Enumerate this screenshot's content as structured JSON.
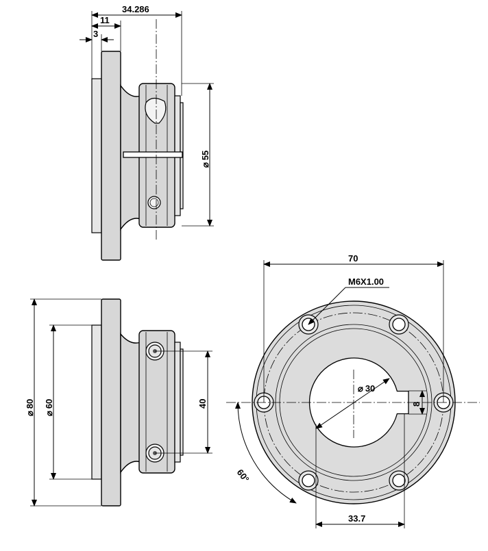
{
  "dimensions": {
    "length_overall": "34.286",
    "flange_offset": "11",
    "pilot_offset": "3",
    "hub_diameter": "55",
    "flange_diameter": "80",
    "pilot_diameter": "60",
    "clamp_screw_spacing": "40",
    "bolt_circle": "70",
    "thread": "M6X1.00",
    "bore": "30",
    "keyway_width": "8",
    "keyway_depth": "33.7",
    "hole_angle": "60°"
  },
  "symbols": {
    "diameter": "⌀"
  }
}
